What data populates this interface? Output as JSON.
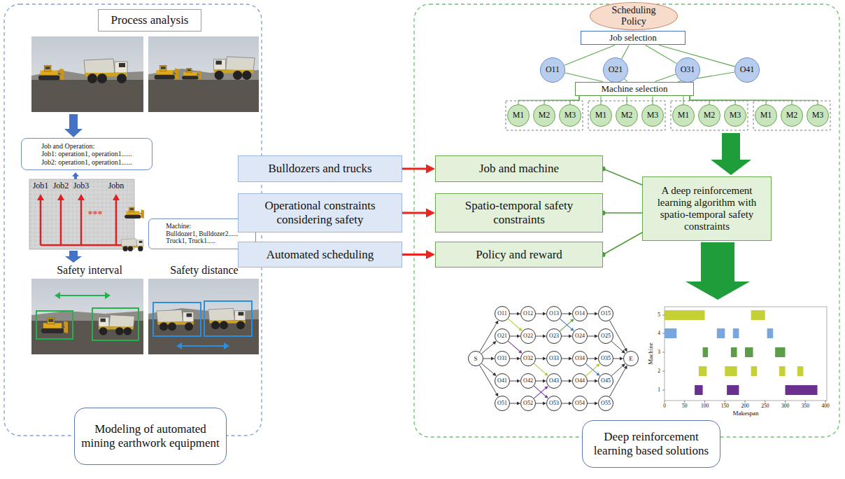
{
  "diagram": {
    "nodes": [
      {
        "text": [
          "Process analysis"
        ]
      },
      {
        "text": [
          "Job and Operation:",
          "Job1: operation1, operation1......",
          "Job2: operation1, operation1......"
        ]
      },
      {
        "text": [
          "Machine:",
          "Bulldozer1, Bulldozer2......",
          "Truck1, Truck1....."
        ]
      },
      {
        "text": [
          "Bulldozers and trucks"
        ]
      },
      {
        "text": [
          "Operational constraints considering safety"
        ]
      },
      {
        "text": [
          "Automated scheduling"
        ]
      },
      {
        "text": [
          "Modeling of automated mining earthwork equipment"
        ]
      },
      {
        "text": [
          "Scheduling Policy"
        ]
      },
      {
        "text": [
          "Job selection"
        ]
      },
      {
        "text": [
          "O11"
        ]
      },
      {
        "text": [
          "O21"
        ]
      },
      {
        "text": [
          "O31"
        ]
      },
      {
        "text": [
          "O41"
        ]
      },
      {
        "text": [
          "Machine selection"
        ]
      },
      {
        "text": [
          "M1"
        ]
      },
      {
        "text": [
          "M2"
        ]
      },
      {
        "text": [
          "M3"
        ]
      },
      {
        "text": [
          "M1"
        ]
      },
      {
        "text": [
          "M2"
        ]
      },
      {
        "text": [
          "M3"
        ]
      },
      {
        "text": [
          "M1"
        ]
      },
      {
        "text": [
          "M2"
        ]
      },
      {
        "text": [
          "M3"
        ]
      },
      {
        "text": [
          "M1"
        ]
      },
      {
        "text": [
          "M2"
        ]
      },
      {
        "text": [
          "M3"
        ]
      },
      {
        "text": [
          "Job and machine"
        ]
      },
      {
        "text": [
          "Spatio-temporal safety constraints"
        ]
      },
      {
        "text": [
          "Policy and reward"
        ]
      },
      {
        "text": [
          "A deep reinforcement learning algorithm with spatio-temporal safety constraints"
        ]
      },
      {
        "text": [
          "S"
        ]
      },
      {
        "text": [
          "O11"
        ]
      },
      {
        "text": [
          "O12"
        ]
      },
      {
        "text": [
          "O13"
        ]
      },
      {
        "text": [
          "O14"
        ]
      },
      {
        "text": [
          "O15"
        ]
      },
      {
        "text": [
          "O21"
        ]
      },
      {
        "text": [
          "O22"
        ]
      },
      {
        "text": [
          "O23"
        ]
      },
      {
        "text": [
          "O24"
        ]
      },
      {
        "text": [
          "O25"
        ]
      },
      {
        "text": [
          "O31"
        ]
      },
      {
        "text": [
          "O32"
        ]
      },
      {
        "text": [
          "O33"
        ]
      },
      {
        "text": [
          "O34"
        ]
      },
      {
        "text": [
          "O35"
        ]
      },
      {
        "text": [
          "O41"
        ]
      },
      {
        "text": [
          "O42"
        ]
      },
      {
        "text": [
          "O43"
        ]
      },
      {
        "text": [
          "O44"
        ]
      },
      {
        "text": [
          "O45"
        ]
      },
      {
        "text": [
          "O51"
        ]
      },
      {
        "text": [
          "O52"
        ]
      },
      {
        "text": [
          "O53"
        ]
      },
      {
        "text": [
          "O54"
        ]
      },
      {
        "text": [
          "O55"
        ]
      },
      {
        "text": [
          "E"
        ]
      },
      {
        "text": [
          "Deep reinforcement learning based solutions"
        ]
      }
    ],
    "edges": [
      {
        "from": 3,
        "to": 26,
        "arrow": "to"
      },
      {
        "from": 4,
        "to": 27,
        "arrow": "to"
      },
      {
        "from": 5,
        "to": 28,
        "arrow": "to"
      },
      {
        "from": 26,
        "to": 29,
        "arrow": "none"
      },
      {
        "from": 27,
        "to": 29,
        "arrow": "none"
      },
      {
        "from": 28,
        "to": 29,
        "arrow": "none"
      },
      {
        "from": 7,
        "to": 8,
        "arrow": "none"
      },
      {
        "from": 8,
        "to": 9,
        "arrow": "none"
      },
      {
        "from": 8,
        "to": 10,
        "arrow": "none"
      },
      {
        "from": 8,
        "to": 11,
        "arrow": "none"
      },
      {
        "from": 8,
        "to": 12,
        "arrow": "none"
      },
      {
        "from": 9,
        "to": 13,
        "arrow": "none"
      },
      {
        "from": 10,
        "to": 13,
        "arrow": "none"
      },
      {
        "from": 11,
        "to": 13,
        "arrow": "none"
      },
      {
        "from": 12,
        "to": 13,
        "arrow": "none"
      },
      {
        "from": 13,
        "to": 14,
        "arrow": "none"
      },
      {
        "from": 13,
        "to": 15,
        "arrow": "none"
      },
      {
        "from": 13,
        "to": 16,
        "arrow": "none"
      },
      {
        "from": 13,
        "to": 17,
        "arrow": "none"
      },
      {
        "from": 13,
        "to": 18,
        "arrow": "none"
      },
      {
        "from": 13,
        "to": 19,
        "arrow": "none"
      },
      {
        "from": 13,
        "to": 20,
        "arrow": "none"
      },
      {
        "from": 13,
        "to": 21,
        "arrow": "none"
      },
      {
        "from": 13,
        "to": 22,
        "arrow": "none"
      },
      {
        "from": 13,
        "to": 23,
        "arrow": "none"
      },
      {
        "from": 13,
        "to": 24,
        "arrow": "none"
      },
      {
        "from": 13,
        "to": 25,
        "arrow": "none"
      },
      {
        "from": 30,
        "to": 31,
        "arrow": "to"
      },
      {
        "from": 30,
        "to": 36,
        "arrow": "to"
      },
      {
        "from": 30,
        "to": 41,
        "arrow": "to"
      },
      {
        "from": 30,
        "to": 46,
        "arrow": "to"
      },
      {
        "from": 30,
        "to": 51,
        "arrow": "to"
      },
      {
        "from": 31,
        "to": 32,
        "arrow": "to"
      },
      {
        "from": 32,
        "to": 33,
        "arrow": "to"
      },
      {
        "from": 33,
        "to": 34,
        "arrow": "to"
      },
      {
        "from": 34,
        "to": 35,
        "arrow": "to"
      },
      {
        "from": 36,
        "to": 37,
        "arrow": "to"
      },
      {
        "from": 37,
        "to": 38,
        "arrow": "to"
      },
      {
        "from": 38,
        "to": 39,
        "arrow": "to"
      },
      {
        "from": 39,
        "to": 40,
        "arrow": "to"
      },
      {
        "from": 41,
        "to": 42,
        "arrow": "to"
      },
      {
        "from": 42,
        "to": 43,
        "arrow": "to"
      },
      {
        "from": 43,
        "to": 44,
        "arrow": "to"
      },
      {
        "from": 44,
        "to": 45,
        "arrow": "to"
      },
      {
        "from": 46,
        "to": 47,
        "arrow": "to"
      },
      {
        "from": 47,
        "to": 48,
        "arrow": "to"
      },
      {
        "from": 48,
        "to": 49,
        "arrow": "to"
      },
      {
        "from": 49,
        "to": 50,
        "arrow": "to"
      },
      {
        "from": 51,
        "to": 52,
        "arrow": "to"
      },
      {
        "from": 52,
        "to": 53,
        "arrow": "to"
      },
      {
        "from": 53,
        "to": 54,
        "arrow": "to"
      },
      {
        "from": 54,
        "to": 55,
        "arrow": "to"
      },
      {
        "from": 35,
        "to": 56,
        "arrow": "to"
      },
      {
        "from": 40,
        "to": 56,
        "arrow": "to"
      },
      {
        "from": 45,
        "to": 56,
        "arrow": "to"
      },
      {
        "from": 50,
        "to": 56,
        "arrow": "to"
      },
      {
        "from": 55,
        "to": 56,
        "arrow": "to"
      },
      {
        "from": 31,
        "to": 37,
        "arrow": "to"
      },
      {
        "from": 36,
        "to": 42,
        "arrow": "to"
      },
      {
        "from": 42,
        "to": 48,
        "arrow": "to"
      },
      {
        "from": 47,
        "to": 53,
        "arrow": "to"
      },
      {
        "from": 33,
        "to": 39,
        "arrow": "to"
      },
      {
        "from": 38,
        "to": 34,
        "arrow": "to"
      },
      {
        "from": 44,
        "to": 50,
        "arrow": "to"
      },
      {
        "from": 49,
        "to": 45,
        "arrow": "to"
      },
      {
        "from": 52,
        "to": 48,
        "arrow": "to"
      }
    ],
    "labels": [
      "Job1",
      "Job2",
      "Job3",
      "Jobn",
      "***",
      "Safety interval",
      "Safety distance",
      "Machine",
      "Makespan",
      "0",
      "50",
      "100",
      "150",
      "200",
      "250",
      "300",
      "350",
      "400",
      "1",
      "2",
      "3",
      "4",
      "5"
    ]
  }
}
